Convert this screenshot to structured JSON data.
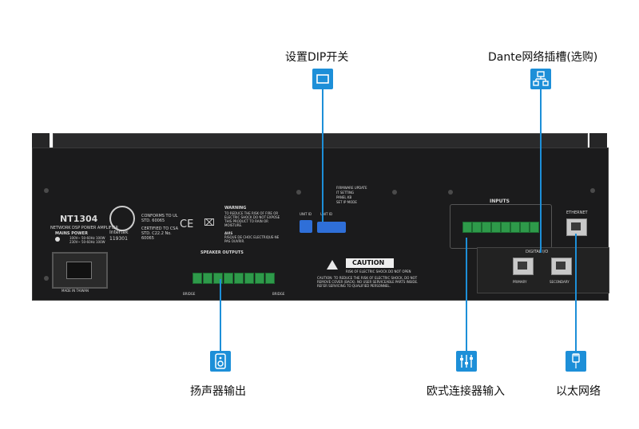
{
  "callouts": {
    "dip_switch": "设置DIP开关",
    "dante_slot": "Dante网络插槽(选购)",
    "speaker_output": "扬声器输出",
    "euro_input": "欧式连接器输入",
    "ethernet": "以太网络"
  },
  "device": {
    "model": "NT1304",
    "subtitle": "NETWORK DSP POWER AMPLIFIER",
    "mains_power": "MAINS POWER",
    "mains_spec": "100V~ 50-60Hz 100W 230V~ 50-60Hz 100W",
    "made_in": "MADE IN TAIWAN",
    "intertek": "Intertek",
    "intertek_no": "119301",
    "conforms": "CONFORMS TO UL STD. 60065",
    "certified": "CERTIFIED TO CSA STD. C22.2 No. 60065",
    "warning_title": "WARNING",
    "warning_text": "TO REDUCE THE RISK OF FIRE OR ELECTRIC SHOCK DO NOT EXPOSE THIS PRODUCT TO RAIN OR MOISTURE.",
    "avis": "AVIS",
    "avis_text": "RISQUE DE CHOC ELECTRIQUE-NE PAS OUVRIR.",
    "speaker_outputs": "SPEAKER OUTPUTS",
    "bridge": "BRIDGE",
    "unit_id_1": "UNIT ID",
    "unit_id_2": "UNIT ID",
    "dip_labels": [
      "FIRMWARE UPDATE",
      "IT SETTING",
      "PANEL KB",
      "SET IP MODE"
    ],
    "caution": "CAUTION",
    "caution_sub": "RISK OF ELECTRIC SHOCK DO NOT OPEN",
    "caution_text": "CAUTION: TO REDUCE THE RISK OF ELECTRIC SHOCK, DO NOT REMOVE COVER (BACK). NO USER SERVICEABLE PARTS INSIDE. REFER SERVICING TO QUALIFIED PERSONNEL.",
    "inputs": "INPUTS",
    "ethernet": "ETHERNET",
    "digital_io": "DIGITAL I/O",
    "primary": "PRIMARY",
    "secondary": "SECONDARY"
  }
}
